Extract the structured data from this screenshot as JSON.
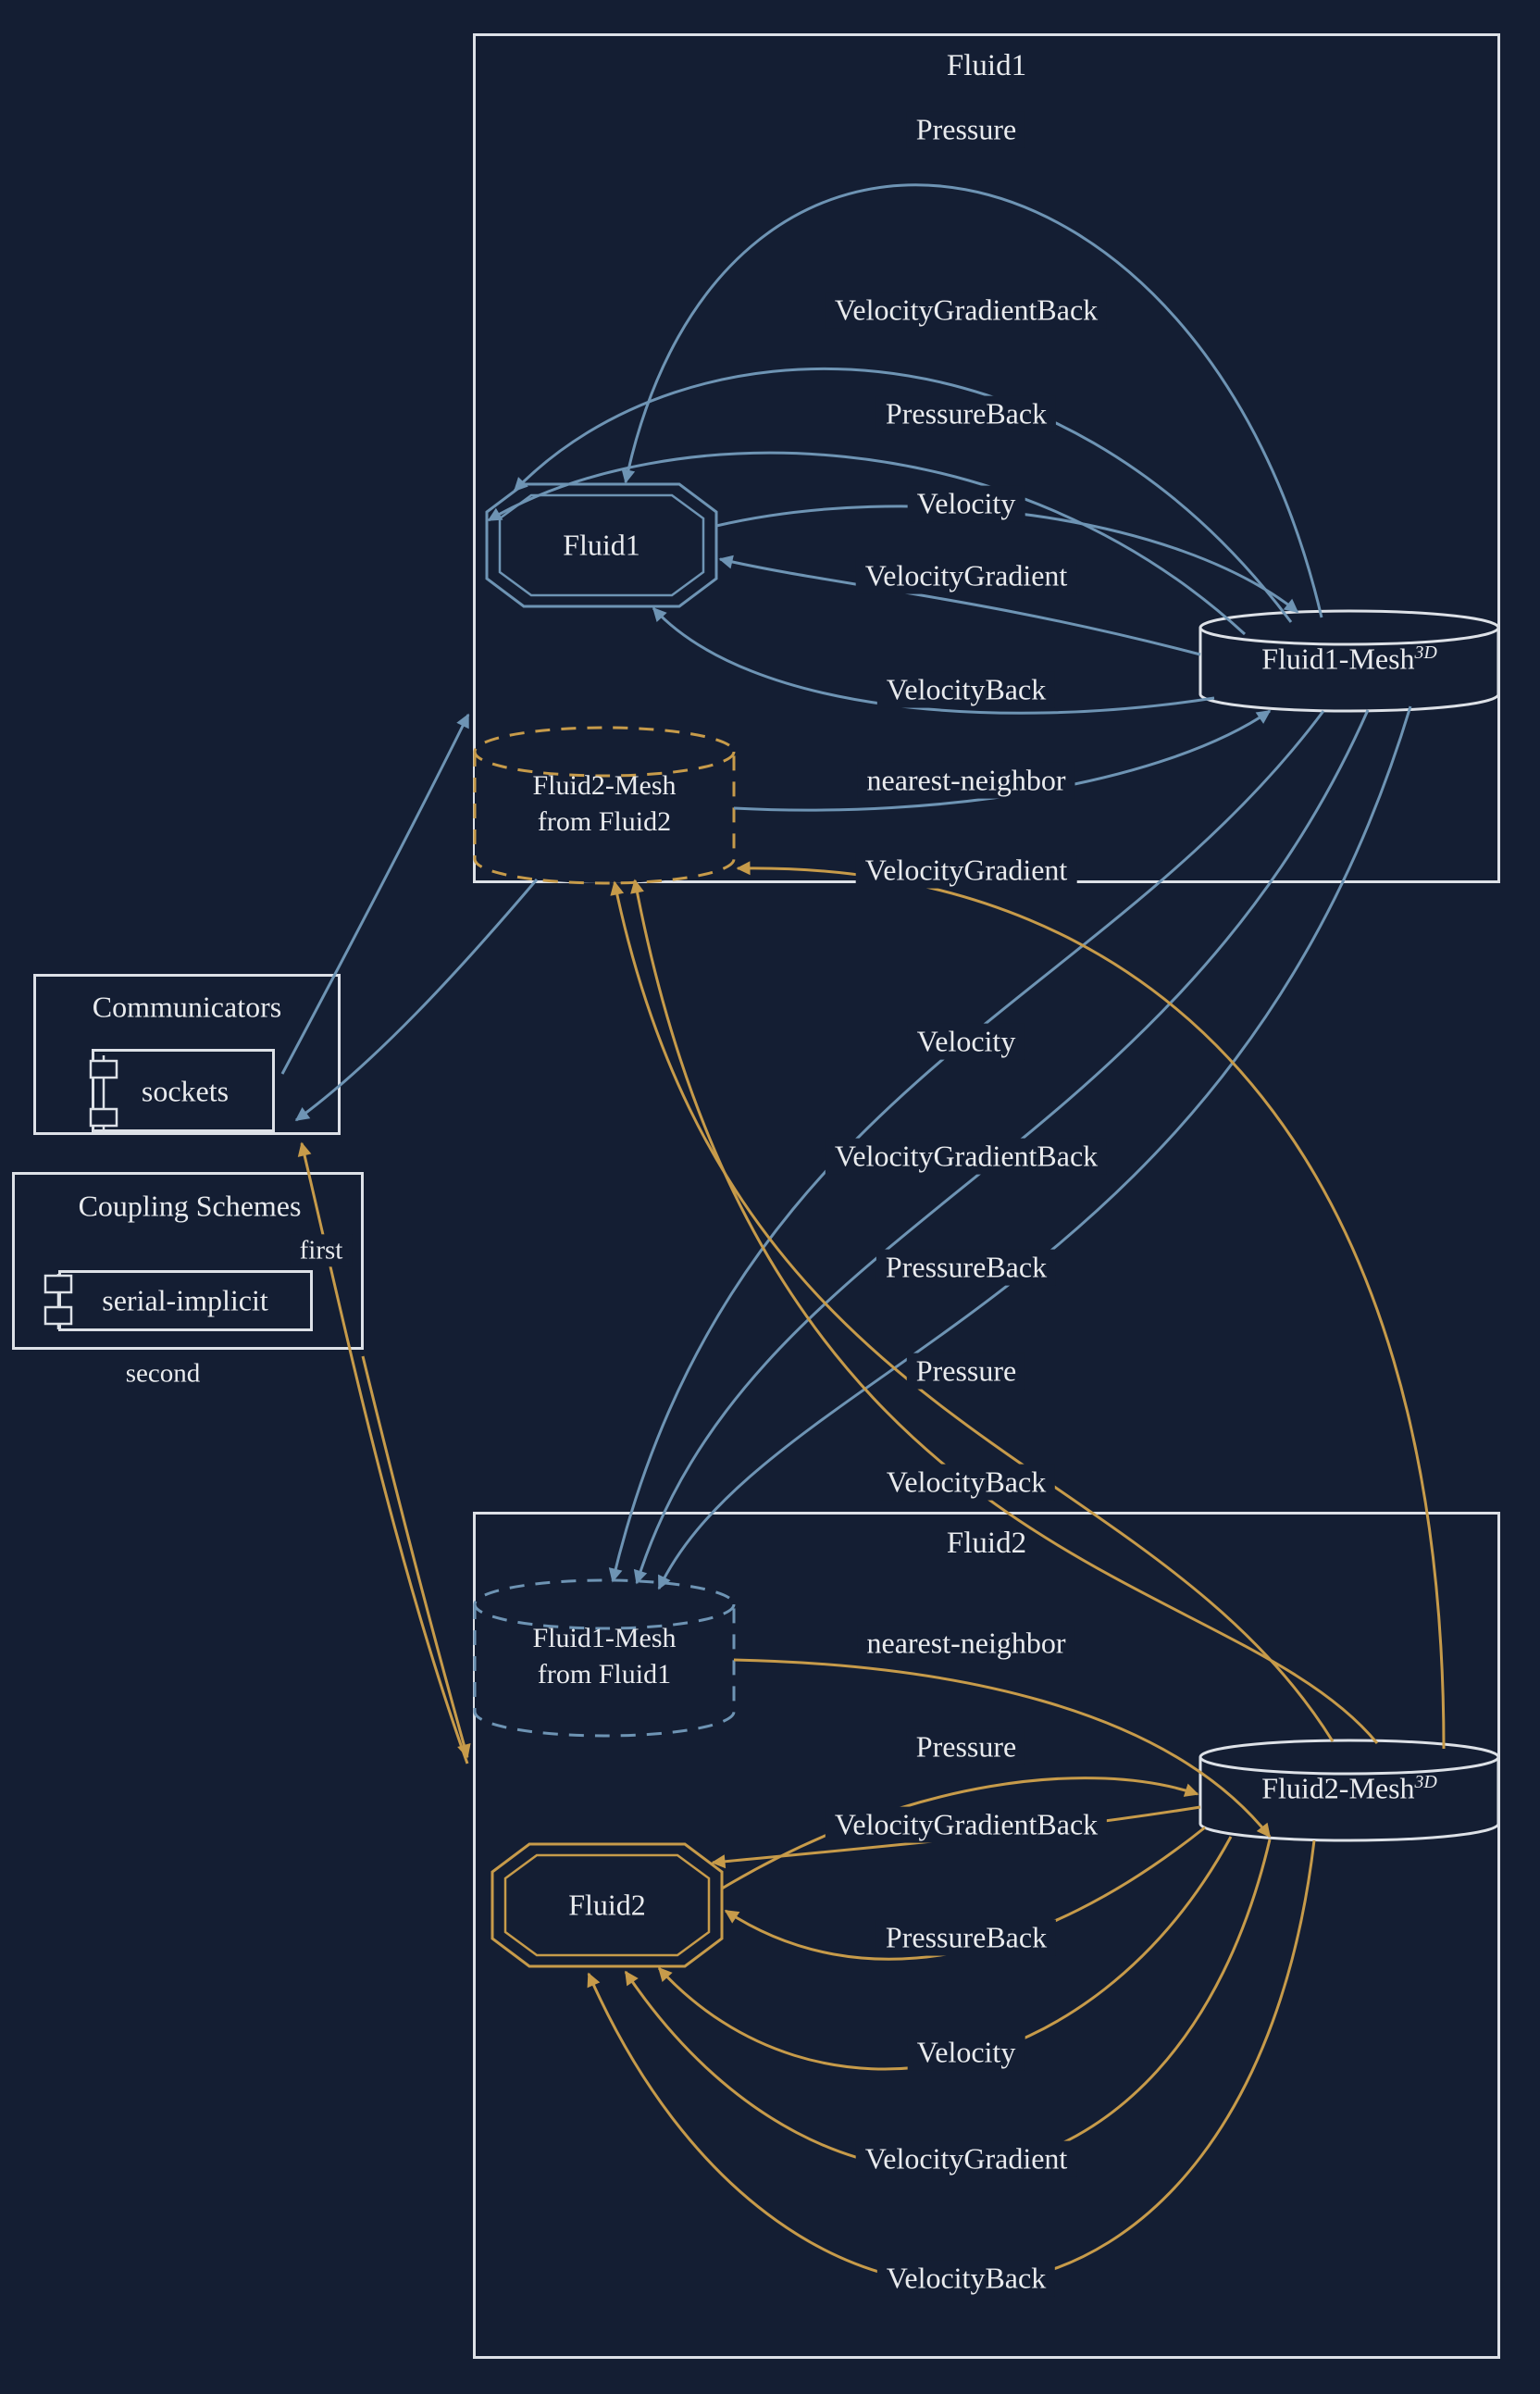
{
  "palette": {
    "background": "#141e33",
    "blue": "#6e94b4",
    "orange": "#c79b4a",
    "frame": "#dde1e7",
    "text": "#e9ebee"
  },
  "top_group": {
    "title": "Fluid1",
    "participant_label": "Fluid1",
    "mesh_label": "Fluid1-Mesh",
    "mesh_sup": "3D",
    "received_mesh_line1": "Fluid2-Mesh",
    "received_mesh_line2": "from Fluid2",
    "edges": {
      "pressure": "Pressure",
      "velocity_gradient_back": "VelocityGradientBack",
      "pressure_back": "PressureBack",
      "velocity": "Velocity",
      "velocity_gradient": "VelocityGradient",
      "velocity_back": "VelocityBack",
      "mapping": "nearest-neighbor",
      "exchange_velocity_gradient": "VelocityGradient"
    }
  },
  "middle_edges": {
    "velocity": "Velocity",
    "velocity_gradient_back": "VelocityGradientBack",
    "pressure_back": "PressureBack",
    "pressure": "Pressure",
    "velocity_back": "VelocityBack"
  },
  "bottom_group": {
    "title": "Fluid2",
    "participant_label": "Fluid2",
    "mesh_label": "Fluid2-Mesh",
    "mesh_sup": "3D",
    "received_mesh_line1": "Fluid1-Mesh",
    "received_mesh_line2": "from Fluid1",
    "edges": {
      "mapping": "nearest-neighbor",
      "pressure": "Pressure",
      "velocity_gradient_back": "VelocityGradientBack",
      "pressure_back": "PressureBack",
      "velocity": "Velocity",
      "velocity_gradient": "VelocityGradient",
      "velocity_back": "VelocityBack"
    }
  },
  "communicators": {
    "title": "Communicators",
    "item": "sockets"
  },
  "coupling_schemes": {
    "title": "Coupling Schemes",
    "first": "first",
    "scheme": "serial-implicit",
    "second": "second"
  }
}
